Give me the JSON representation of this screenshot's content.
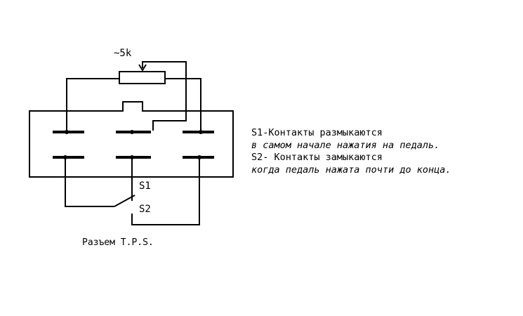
{
  "labels": {
    "resistor_value": "~5k",
    "switch_s1": "S1",
    "switch_s2": "S2",
    "caption": "Разъем T.P.S."
  },
  "notes": [
    "S1-Контакты размыкаются",
    "в самом начале нажатия на педаль.",
    "S2- Контакты замыкаются",
    "когда педаль нажата почти до конца."
  ]
}
